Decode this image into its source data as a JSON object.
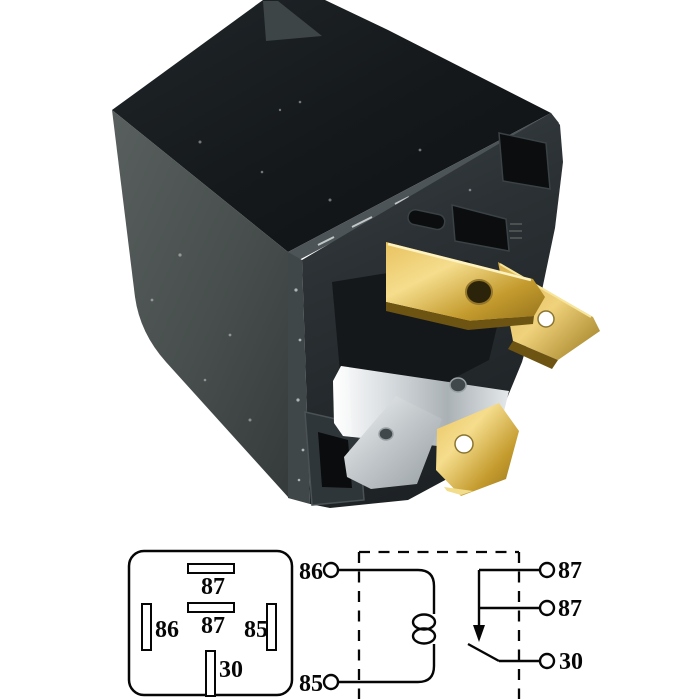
{
  "pinout": {
    "top_pin": "87",
    "middle_pin": "87",
    "left_pin": "86",
    "right_pin": "85",
    "bottom_pin": "30"
  },
  "schematic": {
    "coil_top": "86",
    "coil_bottom": "85",
    "no_top": "87",
    "no_mid": "87",
    "common": "30"
  },
  "colors": {
    "background": "#ffffff",
    "diagram_line": "#000000",
    "relay_top": "#1b1f20",
    "relay_side": "#4a5150",
    "relay_face": "#282e31",
    "terminal_gold": "#c79d33",
    "terminal_silver": "#ccd1d4"
  }
}
